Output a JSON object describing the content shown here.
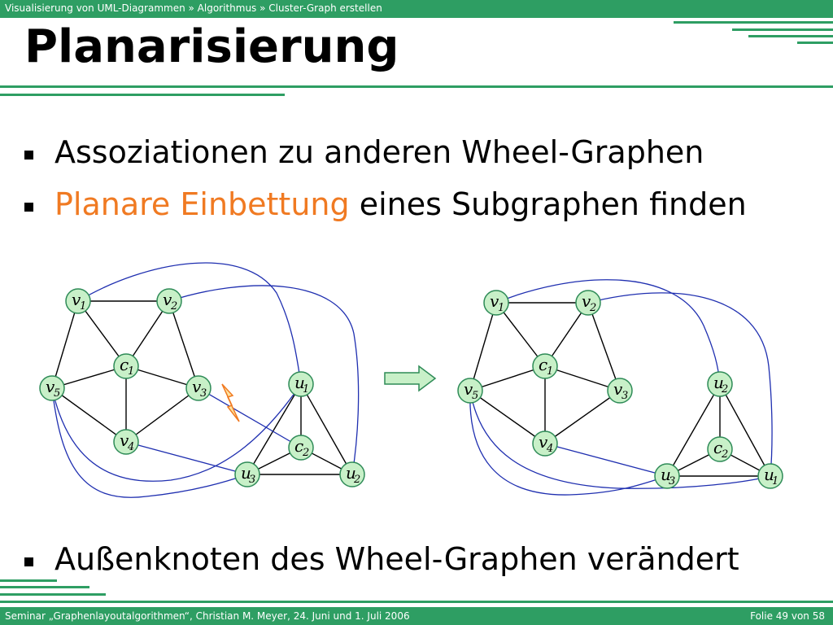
{
  "header": {
    "breadcrumb": "Visualisierung von UML-Diagrammen » Algorithmus » Cluster-Graph erstellen"
  },
  "title": "Planarisierung",
  "bullets": {
    "b1": "Assoziationen zu anderen Wheel-Graphen",
    "b2_highlight": "Planare Einbettung",
    "b2_rest": " eines Subgraphen finden",
    "b3": "Außenknoten des Wheel-Graphen verändert"
  },
  "colors": {
    "accent_green": "#2e9e63",
    "highlight_orange": "#f07a22",
    "node_fill": "#c8f0c8",
    "node_stroke": "#2e8b57",
    "association_edge": "#1f2fb0"
  },
  "diagram": {
    "left_graph": {
      "nodes": [
        {
          "id": "v1",
          "base": "v",
          "sub": "1"
        },
        {
          "id": "v2",
          "base": "v",
          "sub": "2"
        },
        {
          "id": "c1",
          "base": "c",
          "sub": "1"
        },
        {
          "id": "v5",
          "base": "v",
          "sub": "5"
        },
        {
          "id": "v3",
          "base": "v",
          "sub": "3"
        },
        {
          "id": "v4",
          "base": "v",
          "sub": "4"
        },
        {
          "id": "u1",
          "base": "u",
          "sub": "1"
        },
        {
          "id": "c2",
          "base": "c",
          "sub": "2"
        },
        {
          "id": "u3",
          "base": "u",
          "sub": "3"
        },
        {
          "id": "u2",
          "base": "u",
          "sub": "2"
        }
      ],
      "crossing_marker": "lightning-icon"
    },
    "arrow": "right-arrow-icon",
    "right_graph": {
      "nodes": [
        {
          "id": "v1",
          "base": "v",
          "sub": "1"
        },
        {
          "id": "v2",
          "base": "v",
          "sub": "2"
        },
        {
          "id": "c1",
          "base": "c",
          "sub": "1"
        },
        {
          "id": "v5",
          "base": "v",
          "sub": "5"
        },
        {
          "id": "v3",
          "base": "v",
          "sub": "3"
        },
        {
          "id": "v4",
          "base": "v",
          "sub": "4"
        },
        {
          "id": "u2",
          "base": "u",
          "sub": "2"
        },
        {
          "id": "c2",
          "base": "c",
          "sub": "2"
        },
        {
          "id": "u3",
          "base": "u",
          "sub": "3"
        },
        {
          "id": "u1",
          "base": "u",
          "sub": "1"
        }
      ]
    }
  },
  "footer": {
    "left": "Seminar „Graphenlayoutalgorithmen“, Christian M. Meyer, 24. Juni und 1. Juli 2006",
    "right": "Folie 49 von 58"
  }
}
